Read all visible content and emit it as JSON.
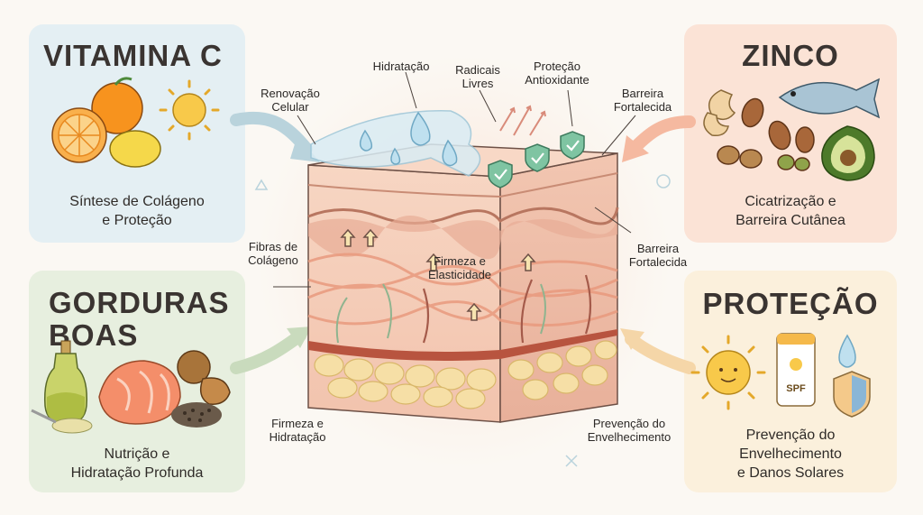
{
  "panels": {
    "vitamina_c": {
      "title": "VITAMINA C",
      "desc_line1": "Síntese de Colágeno",
      "desc_line2": "e Proteção"
    },
    "zinco": {
      "title": "ZINCO",
      "desc_line1": "Cicatrização e",
      "desc_line2": "Barreira Cutânea"
    },
    "gorduras": {
      "title_line1": "GORDURAS",
      "title_line2": "BOAS",
      "desc_line1": "Nutrição e",
      "desc_line2": "Hidratação Profunda"
    },
    "protecao": {
      "title": "PROTEÇÃO",
      "desc_line1": "Prevenção do",
      "desc_line2": "Envelhecimento",
      "desc_line3": "e Danos Solares",
      "spf_label": "SPF"
    }
  },
  "labels": {
    "renovacao_1": "Renovação",
    "renovacao_2": "Celular",
    "hidratacao": "Hidratação",
    "radicais_1": "Radicais",
    "radicais_2": "Livres",
    "protecao_antiox_1": "Proteção",
    "protecao_antiox_2": "Antioxidante",
    "barreira_top_1": "Barreira",
    "barreira_top_2": "Fortalecida",
    "fibras_1": "Fibras de",
    "fibras_2": "Colágeno",
    "firmeza_elast_1": "Firmeza e",
    "firmeza_elast_2": "Elasticidade",
    "barreira_mid_1": "Barreira",
    "barreira_mid_2": "Fortalecida",
    "firmeza_hidr_1": "Firmeza e",
    "firmeza_hidr_2": "Hidratação",
    "prevencao_1": "Prevenção do",
    "prevencao_2": "Envelhecimento"
  },
  "colors": {
    "vitamina_panel": "#e4eff3",
    "gorduras_panel": "#e7efdf",
    "zinco_panel": "#fbe3d6",
    "protecao_panel": "#fbf0dc",
    "skin_top": "#f6d3c0",
    "fat_cells": "#f6dfa6",
    "shield": "#7fc4a2"
  },
  "icons": [
    "orange-icon",
    "lemon-icon",
    "sun-icon",
    "cashew-icon",
    "almond-icon",
    "fish-icon",
    "avocado-icon",
    "olive-oil-icon",
    "salmon-icon",
    "walnut-icon",
    "seeds-icon",
    "sunscreen-icon",
    "water-drop-icon",
    "shield-icon"
  ]
}
